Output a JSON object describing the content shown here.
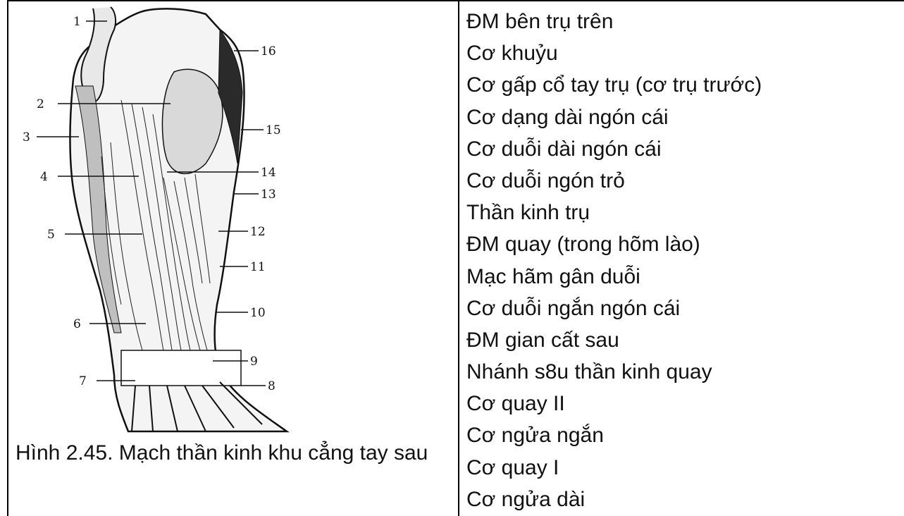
{
  "figure": {
    "caption": "Hình 2.45. Mạch thần kinh khu cẳng tay sau",
    "numbers_left": [
      "1",
      "2",
      "3",
      "4",
      "5",
      "6",
      "7"
    ],
    "numbers_right": [
      "16",
      "15",
      "14",
      "13",
      "12",
      "11",
      "10",
      "9",
      "8"
    ]
  },
  "labels": [
    "ĐM bên trụ trên",
    "Cơ khuỷu",
    "Cơ gấp cổ tay trụ (cơ trụ trước)",
    "Cơ dạng dài ngón cái",
    "Cơ duỗi dài ngón cái",
    "Cơ duỗi ngón trỏ",
    "Thần kinh trụ",
    "ĐM quay (trong hõm lào)",
    "Mạc hãm gân duỗi",
    "Cơ duỗi ngắn ngón cái",
    "ĐM gian cất sau",
    "Nhánh s8u thần kinh quay",
    "Cơ quay II",
    "Cơ ngửa ngắn",
    "Cơ quay I",
    "Cơ ngửa dài"
  ]
}
